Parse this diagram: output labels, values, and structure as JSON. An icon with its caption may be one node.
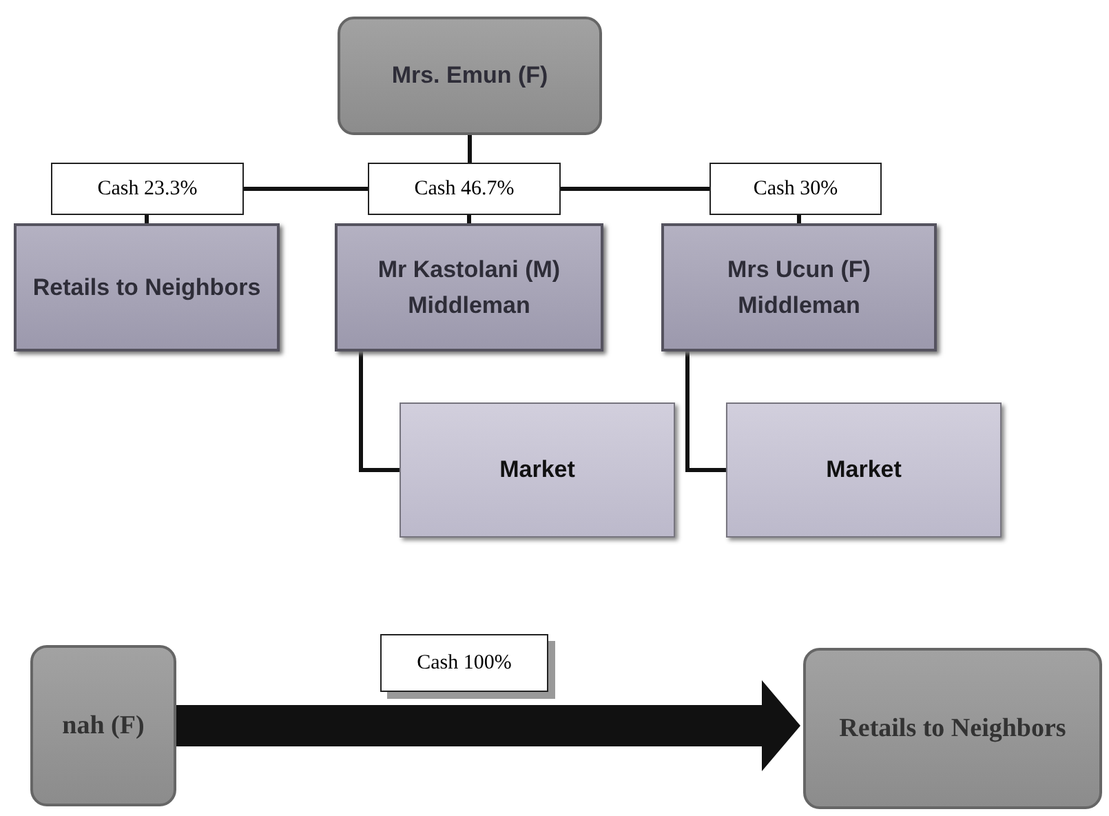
{
  "diagram": {
    "nodes": [
      {
        "text": [
          "Mrs. Emun (F)"
        ]
      },
      {
        "text": [
          "Retails to Neighbors"
        ]
      },
      {
        "text": [
          "Mr Kastolani (M)",
          "Middleman"
        ]
      },
      {
        "text": [
          "Mrs Ucun (F)",
          "Middleman"
        ]
      },
      {
        "text": [
          "Market"
        ]
      },
      {
        "text": [
          "Market"
        ]
      },
      {
        "text": [
          "nah (F)"
        ]
      },
      {
        "text": [
          "Retails to Neighbors"
        ]
      }
    ],
    "edges": [
      {
        "from": 0,
        "to": 1,
        "arrow": "none",
        "label": "Cash 23.3%"
      },
      {
        "from": 0,
        "to": 2,
        "arrow": "none",
        "label": "Cash 46.7%"
      },
      {
        "from": 0,
        "to": 3,
        "arrow": "none",
        "label": "Cash 30%"
      },
      {
        "from": 2,
        "to": 4,
        "arrow": "none"
      },
      {
        "from": 3,
        "to": 5,
        "arrow": "none"
      },
      {
        "from": 6,
        "to": 7,
        "arrow": "to",
        "label": "Cash 100%",
        "style": "thick"
      }
    ]
  }
}
